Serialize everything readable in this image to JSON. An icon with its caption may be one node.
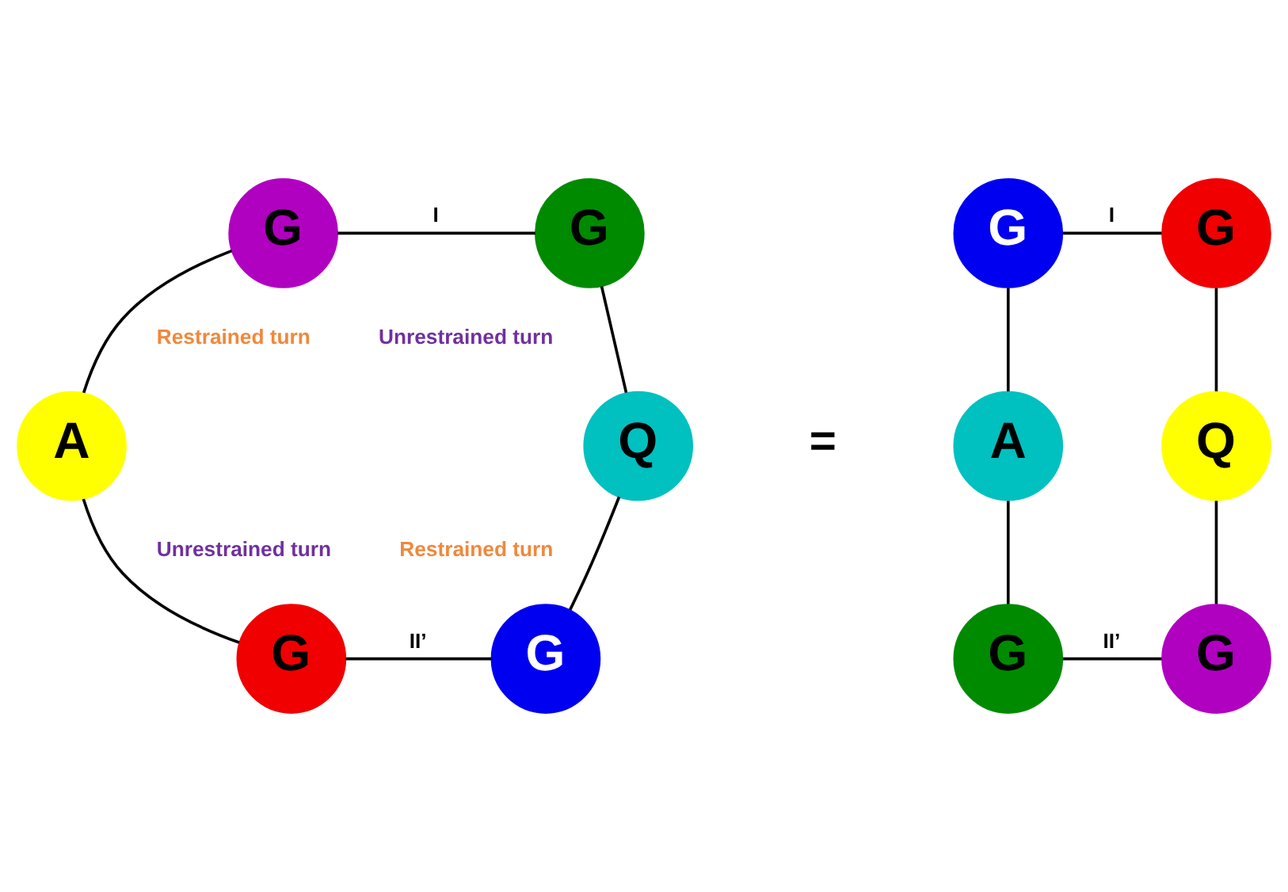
{
  "diagram": {
    "nodes": [
      {
        "text": [
          "G"
        ]
      },
      {
        "text": [
          "G"
        ]
      },
      {
        "text": [
          "G"
        ]
      },
      {
        "text": [
          "G"
        ]
      },
      {
        "text": [
          "A"
        ]
      },
      {
        "text": [
          "Q"
        ]
      },
      {
        "text": [
          "A"
        ]
      },
      {
        "text": [
          "Q"
        ]
      },
      {
        "text": [
          "G"
        ]
      },
      {
        "text": [
          "G"
        ]
      },
      {
        "text": [
          "G"
        ]
      },
      {
        "text": [
          "G"
        ]
      }
    ],
    "edges": [
      {
        "from": 0,
        "to": 1,
        "arrow": "none",
        "label": "I"
      },
      {
        "from": 0,
        "to": 4,
        "arrow": "none"
      },
      {
        "from": 1,
        "to": 5,
        "arrow": "none"
      },
      {
        "from": 4,
        "to": 8,
        "arrow": "none"
      },
      {
        "from": 5,
        "to": 9,
        "arrow": "none"
      },
      {
        "from": 8,
        "to": 9,
        "arrow": "none",
        "label": "II’"
      },
      {
        "from": 2,
        "to": 3,
        "arrow": "none",
        "label": "I"
      },
      {
        "from": 2,
        "to": 6,
        "arrow": "none"
      },
      {
        "from": 3,
        "to": 7,
        "arrow": "none"
      },
      {
        "from": 6,
        "to": 10,
        "arrow": "none"
      },
      {
        "from": 7,
        "to": 11,
        "arrow": "none"
      },
      {
        "from": 10,
        "to": 11,
        "arrow": "none",
        "label": "II’"
      }
    ],
    "labels": [
      "Restrained turn",
      "Unrestrained turn",
      "=",
      "Unrestrained turn",
      "Restrained turn"
    ]
  }
}
